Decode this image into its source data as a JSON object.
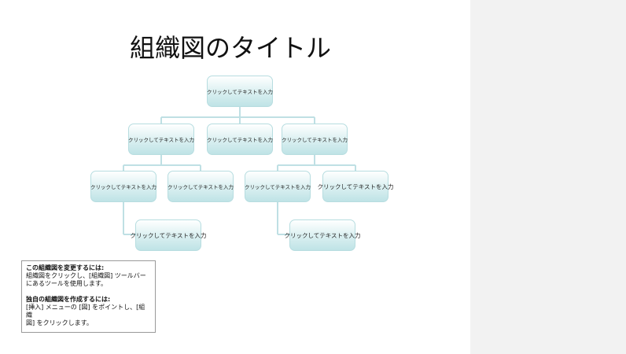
{
  "title": "組織図のタイトル",
  "node_text": "クリックしてテキストを入力",
  "help": {
    "heading1": "この組織図を変更するには:",
    "line1": "組織図をクリックし、[組織図] ツールバー",
    "line2": "にあるツールを使用します。",
    "heading2": "独自の組織図を作成するには:",
    "line3": "[挿入] メニューの [図] をポイントし、[組織",
    "line4": "図] をクリックします。"
  }
}
